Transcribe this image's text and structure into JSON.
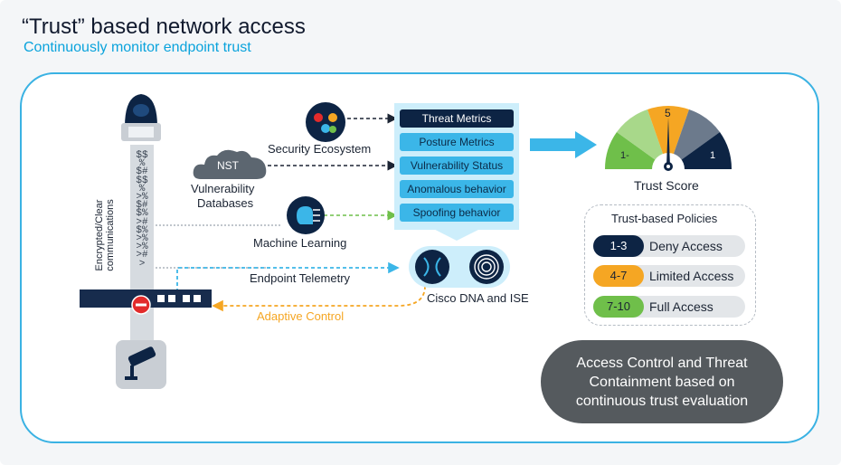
{
  "header": {
    "title": "“Trust” based network access",
    "subtitle": "Continuously monitor endpoint trust"
  },
  "sources": {
    "encrypted_label": "Encrypted/Clear communications",
    "encrypted_stream": "$$%$#$$%>%$#$%>#$%>%>%>#>",
    "security_ecosystem": "Security Ecosystem",
    "nst_badge": "NST",
    "vulnerability_databases_line1": "Vulnerability",
    "vulnerability_databases_line2": "Databases",
    "machine_learning": "Machine Learning",
    "endpoint_telemetry": "Endpoint Telemetry",
    "adaptive_control": "Adaptive Control"
  },
  "metrics": [
    {
      "label": "Threat Metrics"
    },
    {
      "label": "Posture Metrics"
    },
    {
      "label": "Vulnerability Status"
    },
    {
      "label": "Anomalous behavior"
    },
    {
      "label": "Spoofing behavior"
    }
  ],
  "engine": {
    "label": "Cisco DNA and ISE"
  },
  "trust_score": {
    "label": "Trust Score",
    "low_label": "1-",
    "mid_label": "5",
    "high_label": "1"
  },
  "policies": {
    "title": "Trust-based Policies",
    "items": [
      {
        "range": "1-3",
        "label": "Deny Access"
      },
      {
        "range": "4-7",
        "label": "Limited Access"
      },
      {
        "range": "7-10",
        "label": "Full Access"
      }
    ]
  },
  "summary": {
    "line1": "Access Control and Threat",
    "line2": "Containment based on",
    "line3": "continuous trust evaluation"
  },
  "colors": {
    "accent_blue": "#3bb6e8",
    "navy": "#0d2444",
    "deny": "#0d2444",
    "limited": "#f5a623",
    "full": "#6fbf4a",
    "gauge_light_green": "#a8d88a",
    "gauge_gray": "#6c7a8c",
    "adaptive_orange": "#f5a623"
  }
}
